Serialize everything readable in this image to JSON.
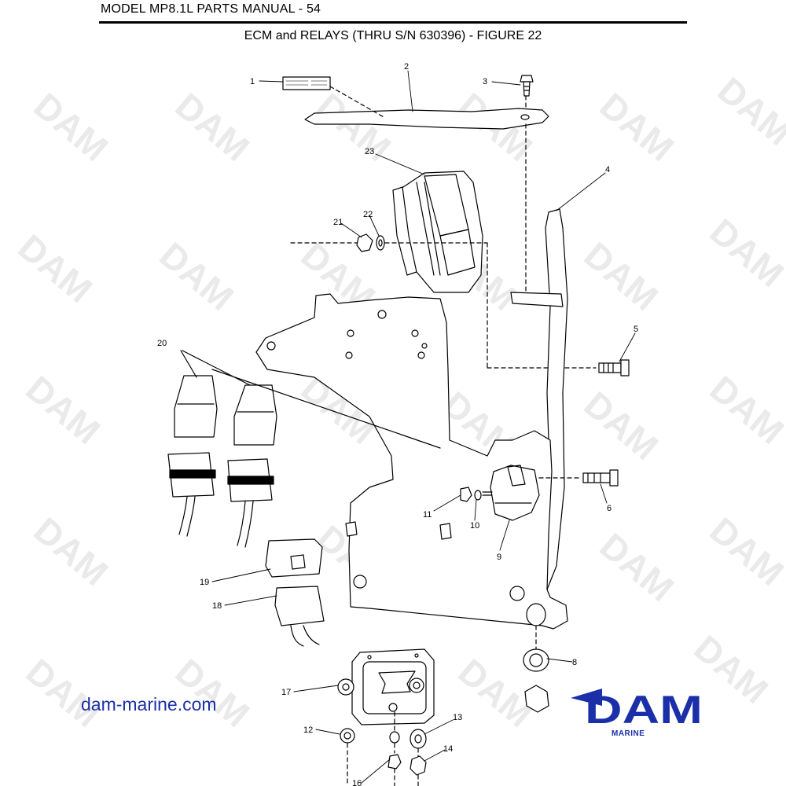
{
  "header": {
    "title": "MODEL MP8.1L PARTS MANUAL - 54"
  },
  "figure": {
    "title": "ECM and RELAYS (THRU S/N 630396) - FIGURE 22"
  },
  "callouts": [
    "1",
    "2",
    "3",
    "4",
    "5",
    "6",
    "8",
    "9",
    "10",
    "11",
    "12",
    "13",
    "14",
    "16",
    "17",
    "18",
    "19",
    "20",
    "21",
    "22",
    "23"
  ],
  "footer": {
    "site": "dam-marine.com",
    "logo_text": "DAM",
    "logo_sub": "MARINE"
  },
  "watermark": "DAM",
  "colors": {
    "brand_blue": "#1a2fa8",
    "watermark_grey": "#d9d9d9",
    "line": "#000000"
  }
}
